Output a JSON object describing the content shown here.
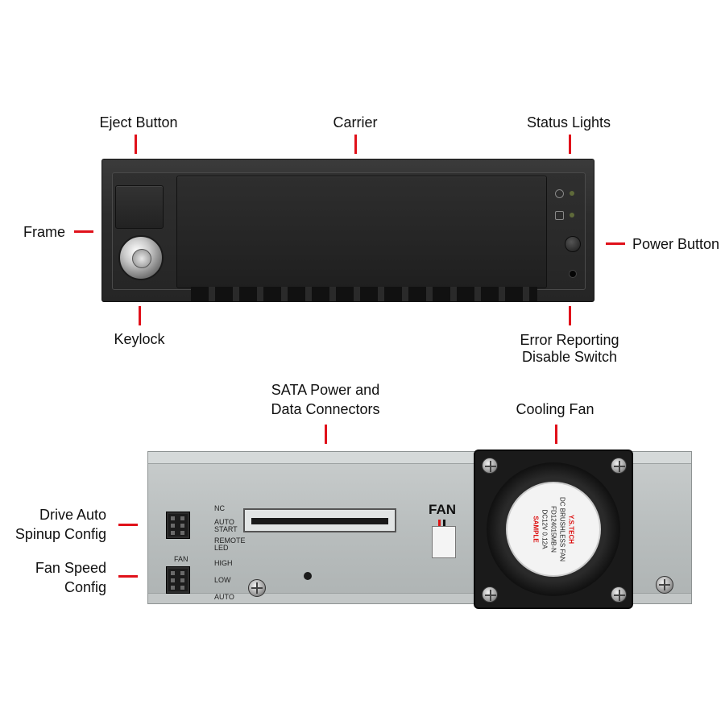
{
  "labels": {
    "eject_button": "Eject Button",
    "carrier": "Carrier",
    "status_lights": "Status Lights",
    "frame": "Frame",
    "power_button": "Power Button",
    "keylock": "Keylock",
    "error_reporting_line1": "Error Reporting",
    "error_reporting_line2": "Disable Switch",
    "sata_line1": "SATA Power and",
    "sata_line2": "Data Connectors",
    "cooling_fan": "Cooling Fan",
    "drive_auto_line1": "Drive Auto",
    "drive_auto_line2": "Spinup Config",
    "fan_speed_line1": "Fan Speed",
    "fan_speed_line2": "Config"
  },
  "back_panel": {
    "fan_connector_label": "FAN",
    "jumper1": {
      "nc": "NC",
      "auto": "AUTO",
      "start": "START",
      "remote": "REMOTE",
      "led": "LED"
    },
    "jumper2": {
      "title": "FAN",
      "high": "HIGH",
      "low": "LOW",
      "auto": "AUTO"
    }
  },
  "fan_hub": {
    "brand": "Y.S.TECH",
    "type": "DC BRUSHLESS FAN",
    "model": "FD124015MB-N",
    "rating": "DC12V   0.12A",
    "mark": "SAMPLE"
  },
  "colors": {
    "callout": "#e0111a",
    "panel_front": "#2c2c2c",
    "panel_back": "#b9bebe"
  }
}
